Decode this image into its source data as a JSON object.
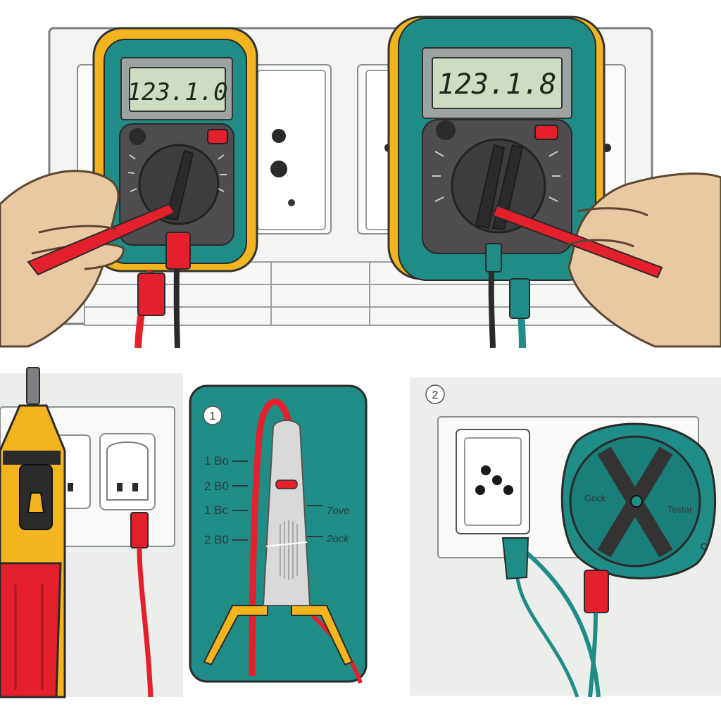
{
  "top_scene": {
    "meter_left": {
      "display": "123.1.0"
    },
    "meter_right": {
      "display": "123.1.8"
    }
  },
  "panel_1": {
    "step_number": "1",
    "scale_labels": [
      "1 Bo",
      "2 B0",
      "1 Bc",
      "2 B0"
    ],
    "probe_labels": [
      "7ove",
      "2ock"
    ]
  },
  "panel_2": {
    "step_number": "2",
    "dial_left_label": "Gock",
    "dial_right_label": "Testar"
  },
  "colors": {
    "teal": "#1f8c85",
    "yellow": "#f2b41f",
    "red": "#e3202c",
    "lcd": "#cfdcc4",
    "wall": "#eceeeb",
    "skin": "#e8c9a2",
    "dial": "#4f4d4f"
  },
  "icons": [
    "hand-icon",
    "multimeter-icon",
    "outlet-icon",
    "probe-icon",
    "voltage-tester-icon",
    "clamp-meter-icon"
  ]
}
